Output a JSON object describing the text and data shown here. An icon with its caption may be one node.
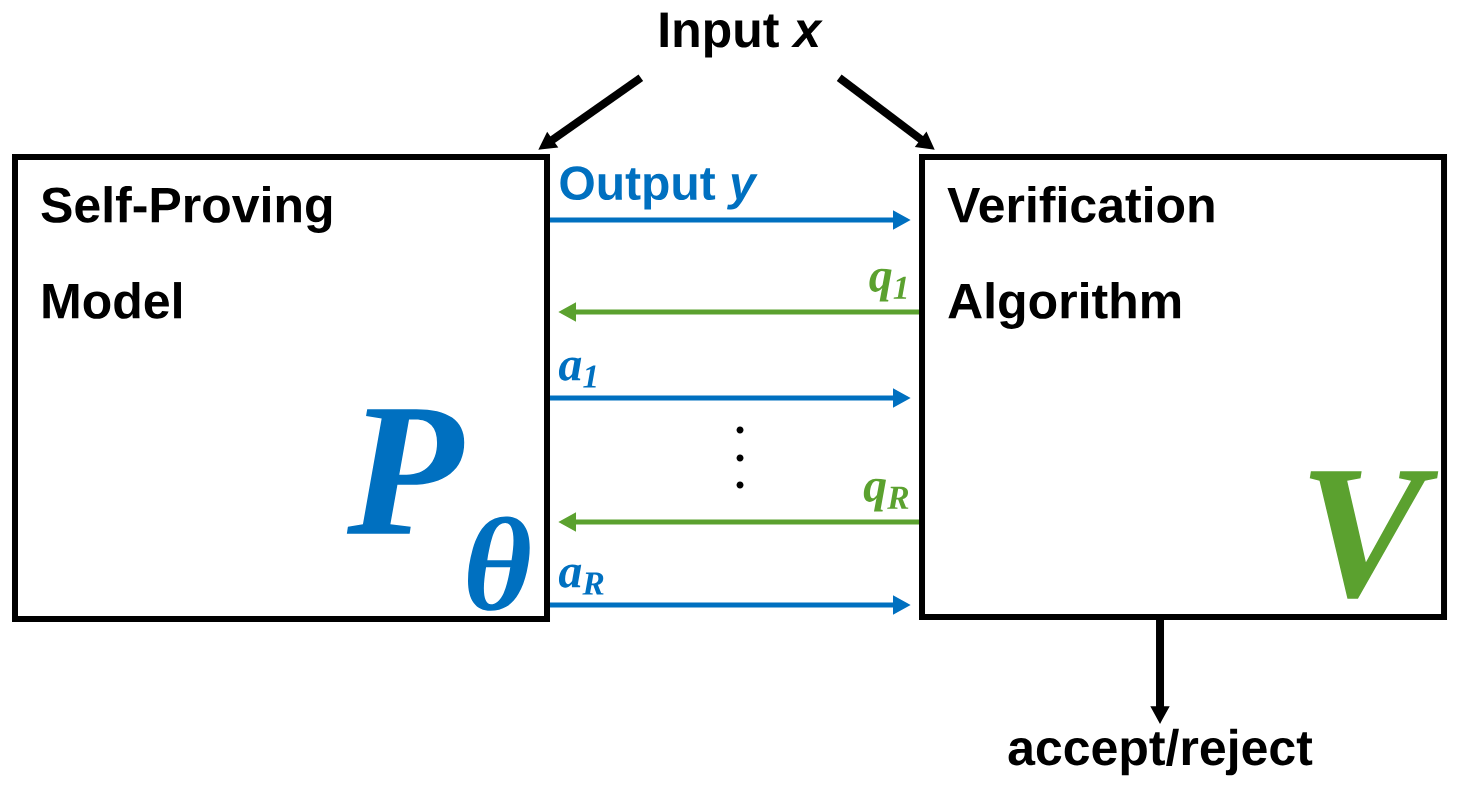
{
  "diagram": {
    "nodes": [
      {
        "text": [
          "Input *x*"
        ]
      },
      {
        "text": [
          "Self-Proving Model",
          "P$_{θ}$"
        ]
      },
      {
        "text": [
          "Verification Algorithm",
          "V"
        ]
      },
      {
        "text": [
          "accept/reject"
        ]
      }
    ],
    "edges": [
      {
        "from": 0,
        "to": 1,
        "arrow": "to"
      },
      {
        "from": 0,
        "to": 2,
        "arrow": "to"
      },
      {
        "from": 1,
        "to": 2,
        "arrow": "to",
        "label": "Output *y*",
        "color": "#0070c0"
      },
      {
        "from": 2,
        "to": 1,
        "arrow": "to",
        "label": "q$_{1}$",
        "color": "#5ba12f"
      },
      {
        "from": 1,
        "to": 2,
        "arrow": "to",
        "label": "a$_{1}$",
        "color": "#0070c0"
      },
      {
        "from": 2,
        "to": 1,
        "arrow": "to",
        "label": "q$_{R}$",
        "color": "#5ba12f"
      },
      {
        "from": 1,
        "to": 2,
        "arrow": "to",
        "label": "a$_{R}$",
        "color": "#0070c0"
      },
      {
        "from": 2,
        "to": 3,
        "arrow": "to"
      }
    ]
  }
}
